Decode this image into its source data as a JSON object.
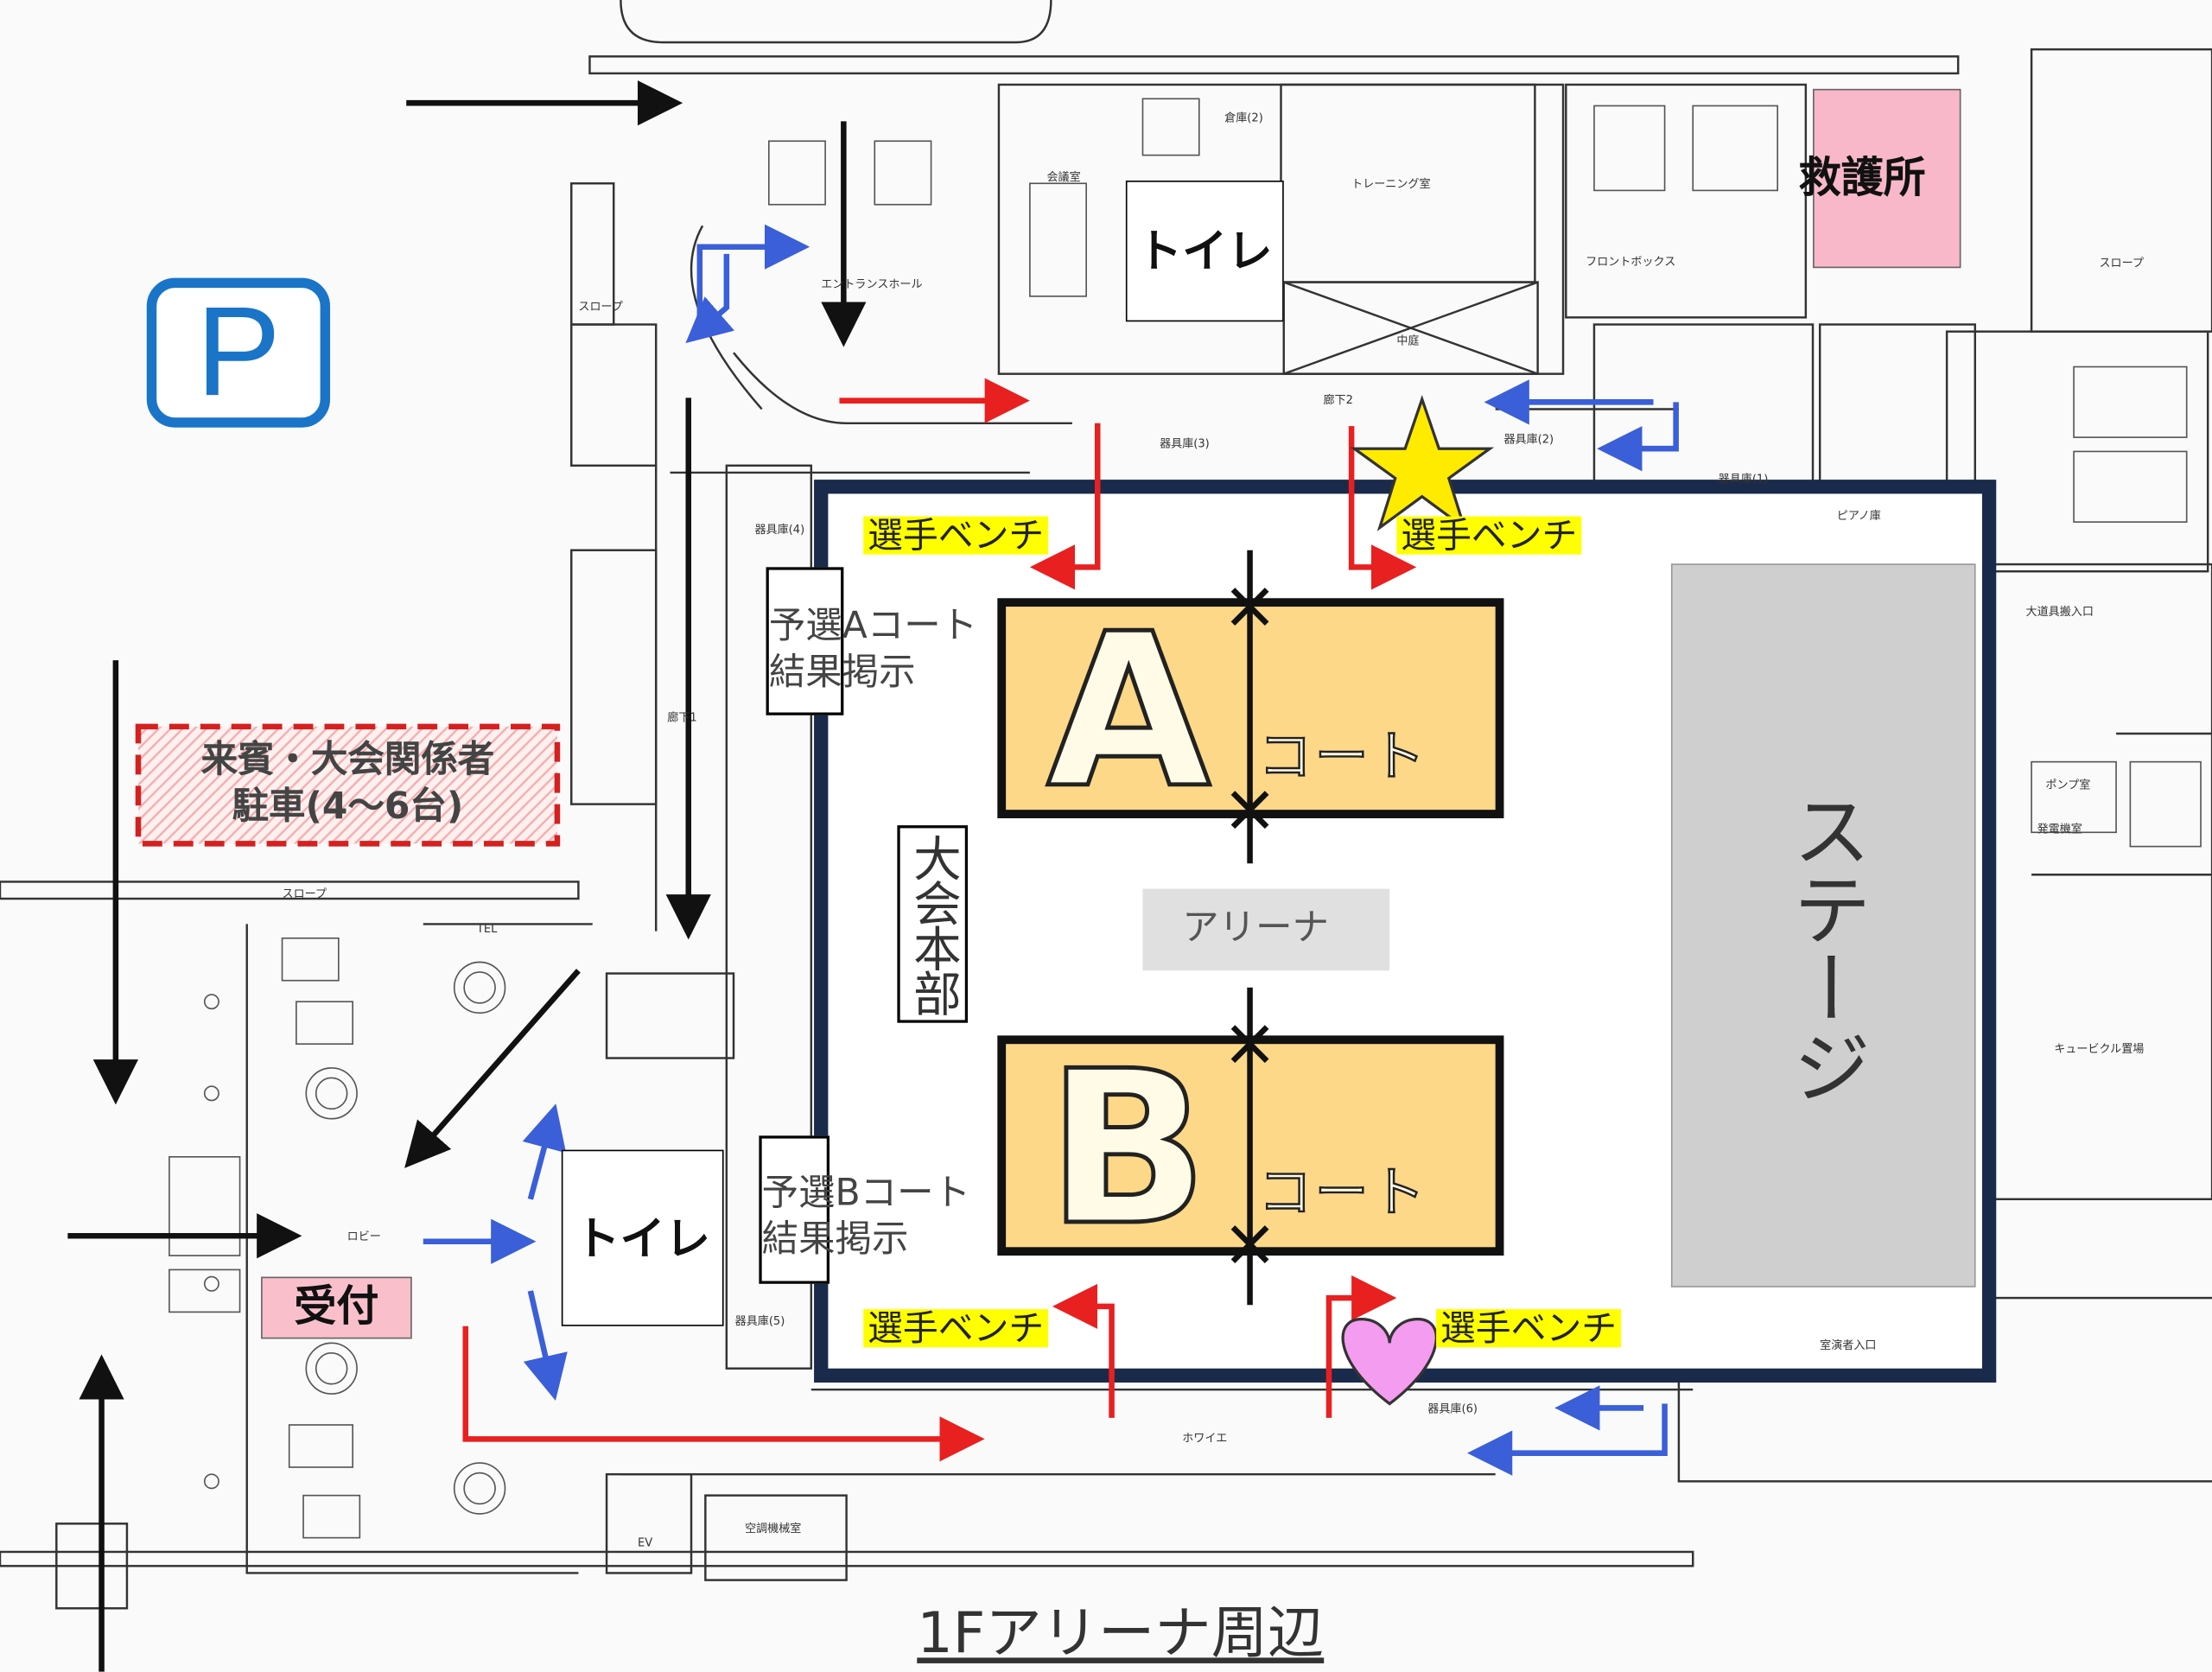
{
  "map": {
    "title": "1Fアリーナ周辺",
    "parking_icon": "P",
    "first_aid": "救護所",
    "toilet_upper": "トイレ",
    "toilet_lower": "トイレ",
    "reception": "受付",
    "vip_parking": {
      "line1": "来賓・大会関係者",
      "line2": "駐車(4～6台)"
    },
    "hq": "大会本部",
    "stage": "ステージ",
    "arena": "アリーナ",
    "bench_labels": [
      "選手ベンチ",
      "選手ベンチ",
      "選手ベンチ",
      "選手ベンチ"
    ],
    "court_a": {
      "letter": "A",
      "label": "コート"
    },
    "court_b": {
      "letter": "B",
      "label": "コート"
    },
    "result_a": {
      "line1": "予選Aコート",
      "line2": "結果掲示"
    },
    "result_b": {
      "line1": "予選Bコート",
      "line2": "結果掲示"
    },
    "rooms": {
      "entrance_hall": "エントランスホール",
      "training": "トレーニング室",
      "lobby": "ロビー",
      "foyer": "ホワイエ",
      "corridor": "廊下2",
      "corridor1": "廊下1",
      "slope": "スロープ",
      "slope2": "スロープ",
      "slope3": "スロープ",
      "meeting": "会議室",
      "warehouse2": "倉庫(2)",
      "equip3": "器具庫(3)",
      "equip2": "器具庫(2)",
      "equip4": "器具庫(4)",
      "equip1": "器具庫(1)",
      "equip5": "器具庫(5)",
      "equip6": "器具庫(6)",
      "courtyard": "中庭",
      "front_box": "フロントボックス",
      "piano": "ピアノ庫",
      "ev": "EV",
      "hvac": "空調機械室",
      "tel": "TEL",
      "arena_entrance": "大道具搬入口",
      "cubicle": "キュービクル置場",
      "pump": "ポンプ室",
      "generator": "発電機室",
      "performer_entrance": "室演者入口"
    },
    "colors": {
      "arena_border": "#1a2a4a",
      "court_fill": "#fcd888",
      "stage_fill": "#cfcfcf",
      "bench_bg": "#ffff00",
      "first_aid_bg": "#f9b8c9",
      "reception_bg": "#f9c0cc",
      "parking_blue": "#1a74c8",
      "route_red": "#e82020",
      "route_blue": "#3a5fd8"
    },
    "markers": [
      "star-icon",
      "heart-icon"
    ]
  }
}
